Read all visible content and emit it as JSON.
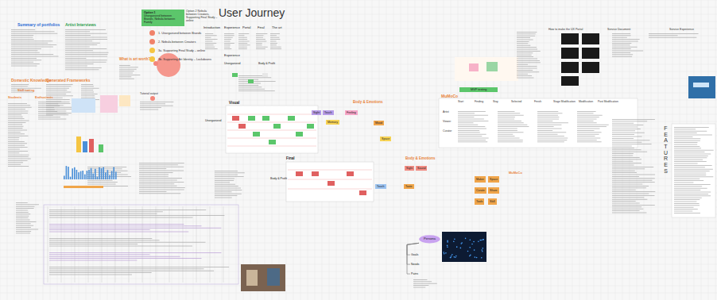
{
  "diagram": {
    "title": "User Journey",
    "nodes": [
      {
        "text": [
          "Option 1",
          "Unorganized between Brands, Nebula between Family"
        ]
      },
      {
        "text": [
          "Persona"
        ]
      },
      {
        "text": [
          "Goals"
        ]
      },
      {
        "text": [
          "Needs"
        ]
      },
      {
        "text": [
          "Pains"
        ]
      },
      {
        "text": [
          "MVP testing"
        ]
      },
      {
        "text": [
          "Maker"
        ]
      },
      {
        "text": [
          "Space"
        ]
      },
      {
        "text": [
          "Curate"
        ]
      },
      {
        "text": [
          "Share"
        ]
      },
      {
        "text": [
          "Tools"
        ]
      },
      {
        "text": [
          "Skill"
        ]
      },
      {
        "text": [
          "Sight"
        ]
      },
      {
        "text": [
          "Touch"
        ]
      },
      {
        "text": [
          "Feeling"
        ]
      },
      {
        "text": [
          "Memory"
        ]
      },
      {
        "text": [
          "Mood"
        ]
      },
      {
        "text": [
          "Space"
        ]
      },
      {
        "text": [
          "Sight"
        ]
      },
      {
        "text": [
          "Sound"
        ]
      },
      {
        "text": [
          "Touch"
        ]
      },
      {
        "text": [
          "Taste"
        ]
      }
    ],
    "edges": [
      {
        "from": 1,
        "to": 2,
        "arrow": "none"
      },
      {
        "from": 1,
        "to": 3,
        "arrow": "none"
      },
      {
        "from": 1,
        "to": 4,
        "arrow": "none"
      }
    ],
    "labels": [
      "Summary of portfolios",
      "Artist Interviews",
      "Domestic Knowledge",
      "Generated Frameworks",
      "What is art worth?",
      "Skill tuning",
      "Students",
      "Enthusiasts",
      "Introduction",
      "Experience",
      "Portal",
      "Final",
      "The art",
      "Experience",
      "Unorganized",
      "Body & Profit",
      "Unorganized",
      "Visual",
      "Body & Emotions",
      "Final",
      "Body & Emotions",
      "Body & Profit",
      "MuMoCo",
      "MuMoCo",
      "FEATURES",
      "Option 2 Nebula between Creators, Supporting Final Study – online",
      "Service Document",
      "Service Experience",
      "How to make the UX Portal",
      "Start",
      "Finding",
      "Stay",
      "Selected",
      "Finish",
      "Stage Modification",
      "Modification",
      "Post Modification",
      "Artist",
      "Viewer",
      "Curator",
      "Tutorial output"
    ],
    "legend": [
      {
        "text": "1. Unorganized between Brands",
        "color": "#f0826a"
      },
      {
        "text": "2. Nebula between Creators",
        "color": "#f0826a"
      },
      {
        "text": "3a. Supporting Final Study – online",
        "color": "#f5c542"
      },
      {
        "text": "3b. Supporting Art Identity – Lockdowns",
        "color": "#f5c542"
      }
    ]
  }
}
